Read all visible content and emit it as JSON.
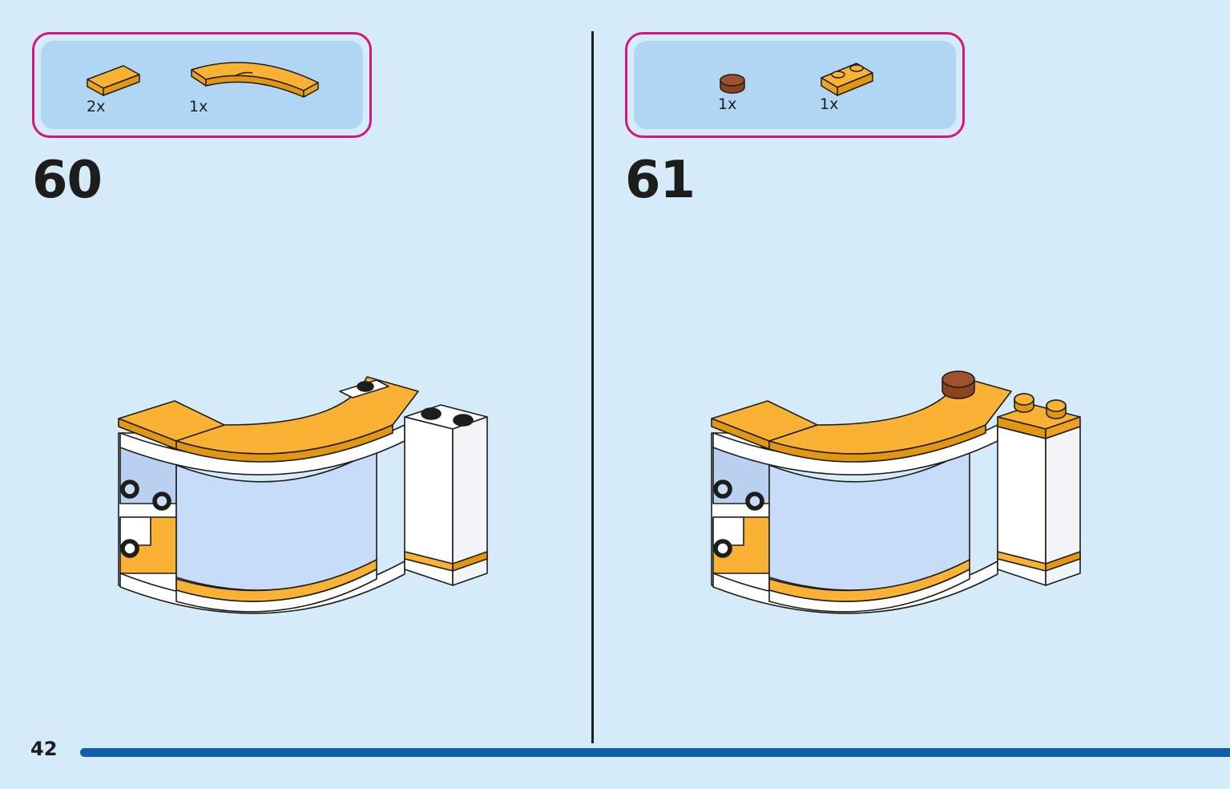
{
  "page": {
    "number": "42"
  },
  "steps": [
    {
      "number": "60",
      "parts": [
        {
          "qty": "2x",
          "icon": "orange-tile-1x2",
          "color": "#f9a825"
        },
        {
          "qty": "1x",
          "icon": "orange-curved-tile",
          "color": "#f9a825"
        }
      ]
    },
    {
      "number": "61",
      "parts": [
        {
          "qty": "1x",
          "icon": "brown-round-tile",
          "color": "#a0522d"
        },
        {
          "qty": "1x",
          "icon": "orange-plate-1x2",
          "color": "#f9a825"
        }
      ]
    }
  ],
  "colors": {
    "background": "#d6ebfa",
    "parts_border": "#d6157a",
    "parts_fill": "#b0d6f4",
    "bar": "#0f5fa8",
    "brick_orange": "#f9b233",
    "brick_brown": "#a0522d",
    "glass": "#c6dcf9"
  }
}
